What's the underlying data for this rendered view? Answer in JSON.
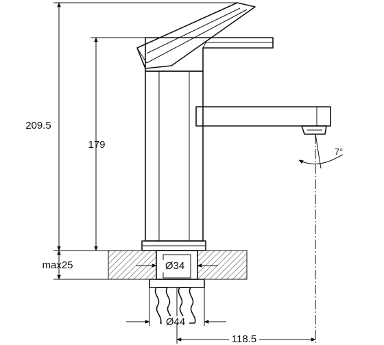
{
  "dimensions": {
    "total_height": "209.5",
    "spout_height": "179",
    "max_deck_thickness": "max25",
    "mounting_hole": "Ø34",
    "nut_diameter": "Ø44",
    "spout_reach": "118.5",
    "aerator_angle": "7°"
  },
  "colors": {
    "line": "#111111",
    "hatch": "#555555",
    "background": "#ffffff"
  }
}
